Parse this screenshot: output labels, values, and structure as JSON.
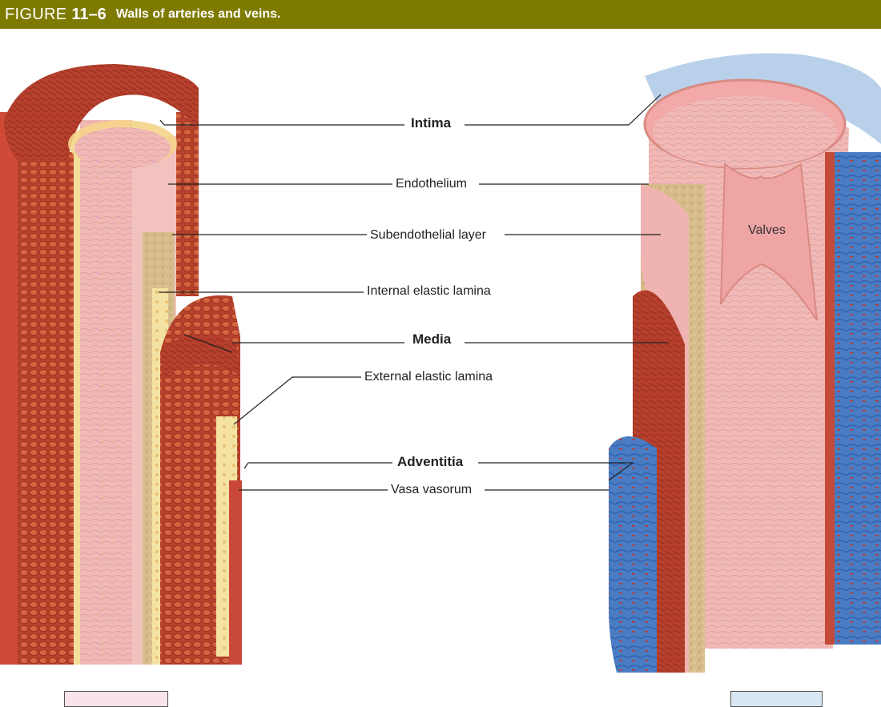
{
  "figure": {
    "word": "FIGURE",
    "number": "11–6",
    "title": "Walls of arteries and veins.",
    "header_color": "#7e7a00"
  },
  "labels": {
    "intima": "Intima",
    "endothelium": "Endothelium",
    "subendothelial": "Subendothelial layer",
    "internal_elastic": "Internal elastic lamina",
    "media": "Media",
    "external_elastic": "External elastic lamina",
    "adventitia": "Adventitia",
    "vasa_vasorum": "Vasa vasorum",
    "valves": "Valves"
  },
  "colors": {
    "artery_muscle": "#b8412c",
    "intima_pink": "#f0b7b5",
    "elastic_yellow": "#f3df9c",
    "subendothelial_tan": "#d9bf8e",
    "vein_blue": "#4a7cc4",
    "vein_light_blue": "#b9d0ea"
  }
}
